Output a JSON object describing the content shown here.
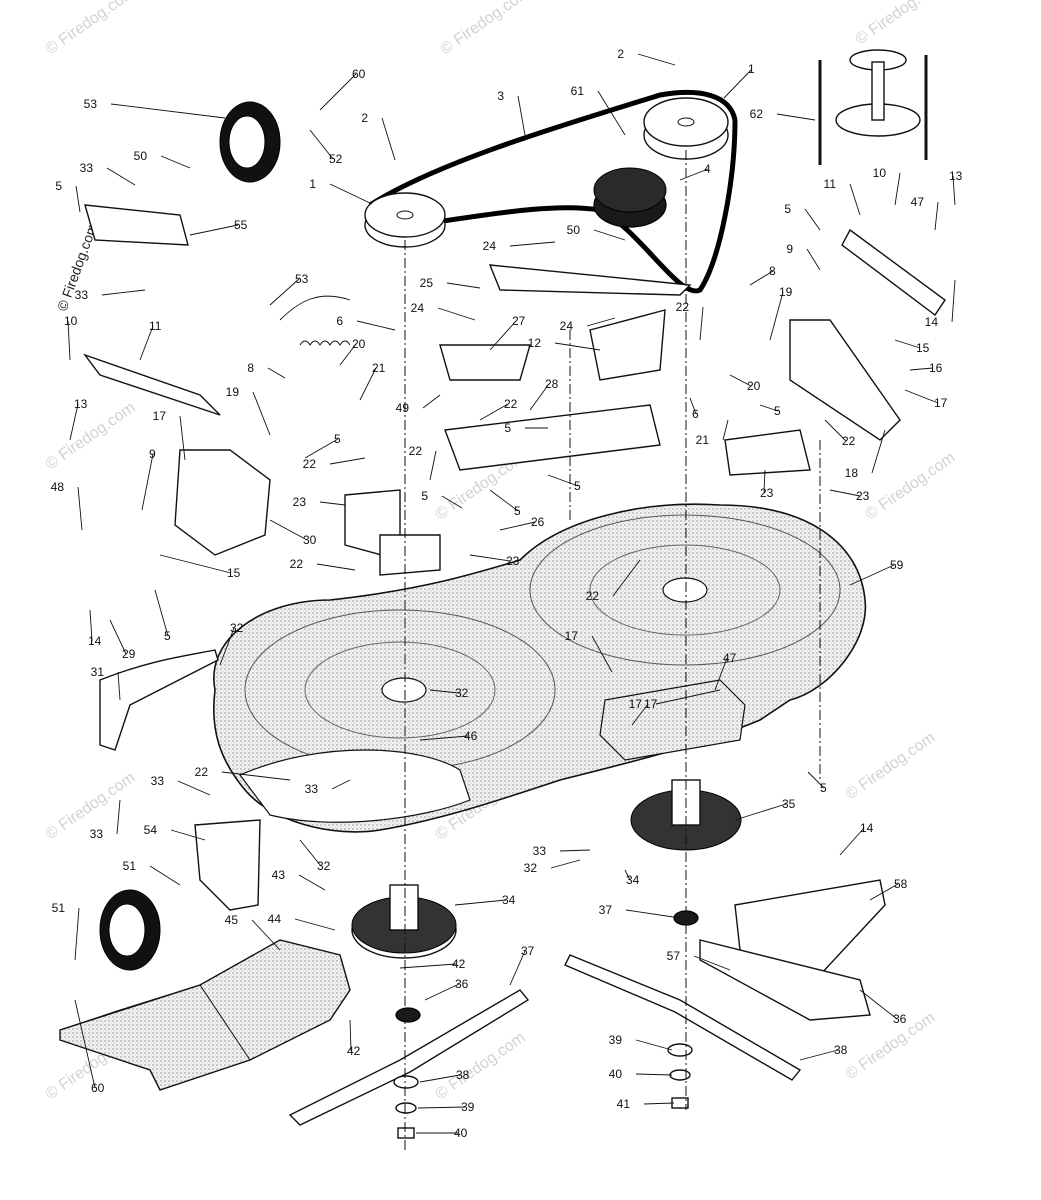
{
  "watermark": {
    "text": "© Firedog.com",
    "side_text": "© Firedog.com"
  },
  "callouts": [
    {
      "part": "1"
    },
    {
      "part": "1"
    },
    {
      "part": "2"
    },
    {
      "part": "2"
    },
    {
      "part": "3"
    },
    {
      "part": "4"
    },
    {
      "part": "5"
    },
    {
      "part": "5"
    },
    {
      "part": "5"
    },
    {
      "part": "5"
    },
    {
      "part": "5"
    },
    {
      "part": "5"
    },
    {
      "part": "5"
    },
    {
      "part": "5"
    },
    {
      "part": "5"
    },
    {
      "part": "5"
    },
    {
      "part": "6"
    },
    {
      "part": "6"
    },
    {
      "part": "8"
    },
    {
      "part": "8"
    },
    {
      "part": "9"
    },
    {
      "part": "9"
    },
    {
      "part": "10"
    },
    {
      "part": "10"
    },
    {
      "part": "11"
    },
    {
      "part": "11"
    },
    {
      "part": "12"
    },
    {
      "part": "13"
    },
    {
      "part": "13"
    },
    {
      "part": "14"
    },
    {
      "part": "14"
    },
    {
      "part": "14"
    },
    {
      "part": "15"
    },
    {
      "part": "15"
    },
    {
      "part": "16"
    },
    {
      "part": "17"
    },
    {
      "part": "17"
    },
    {
      "part": "17"
    },
    {
      "part": "17"
    },
    {
      "part": "17"
    },
    {
      "part": "18"
    },
    {
      "part": "19"
    },
    {
      "part": "19"
    },
    {
      "part": "20"
    },
    {
      "part": "20"
    },
    {
      "part": "21"
    },
    {
      "part": "21"
    },
    {
      "part": "22"
    },
    {
      "part": "22"
    },
    {
      "part": "22"
    },
    {
      "part": "22"
    },
    {
      "part": "22"
    },
    {
      "part": "22"
    },
    {
      "part": "22"
    },
    {
      "part": "22"
    },
    {
      "part": "23"
    },
    {
      "part": "23"
    },
    {
      "part": "23"
    },
    {
      "part": "23"
    },
    {
      "part": "24"
    },
    {
      "part": "24"
    },
    {
      "part": "24"
    },
    {
      "part": "25"
    },
    {
      "part": "26"
    },
    {
      "part": "27"
    },
    {
      "part": "28"
    },
    {
      "part": "29"
    },
    {
      "part": "30"
    },
    {
      "part": "31"
    },
    {
      "part": "32"
    },
    {
      "part": "32"
    },
    {
      "part": "32"
    },
    {
      "part": "32"
    },
    {
      "part": "33"
    },
    {
      "part": "33"
    },
    {
      "part": "33"
    },
    {
      "part": "33"
    },
    {
      "part": "33"
    },
    {
      "part": "33"
    },
    {
      "part": "34"
    },
    {
      "part": "34"
    },
    {
      "part": "35"
    },
    {
      "part": "36"
    },
    {
      "part": "36"
    },
    {
      "part": "37"
    },
    {
      "part": "37"
    },
    {
      "part": "38"
    },
    {
      "part": "38"
    },
    {
      "part": "39"
    },
    {
      "part": "39"
    },
    {
      "part": "40"
    },
    {
      "part": "40"
    },
    {
      "part": "41"
    },
    {
      "part": "42"
    },
    {
      "part": "42"
    },
    {
      "part": "43"
    },
    {
      "part": "44"
    },
    {
      "part": "45"
    },
    {
      "part": "46"
    },
    {
      "part": "47"
    },
    {
      "part": "47"
    },
    {
      "part": "48"
    },
    {
      "part": "49"
    },
    {
      "part": "50"
    },
    {
      "part": "50"
    },
    {
      "part": "51"
    },
    {
      "part": "51"
    },
    {
      "part": "52"
    },
    {
      "part": "53"
    },
    {
      "part": "53"
    },
    {
      "part": "54"
    },
    {
      "part": "55"
    },
    {
      "part": "57"
    },
    {
      "part": "58"
    },
    {
      "part": "59"
    },
    {
      "part": "60"
    },
    {
      "part": "60"
    },
    {
      "part": "61"
    },
    {
      "part": "62"
    }
  ]
}
